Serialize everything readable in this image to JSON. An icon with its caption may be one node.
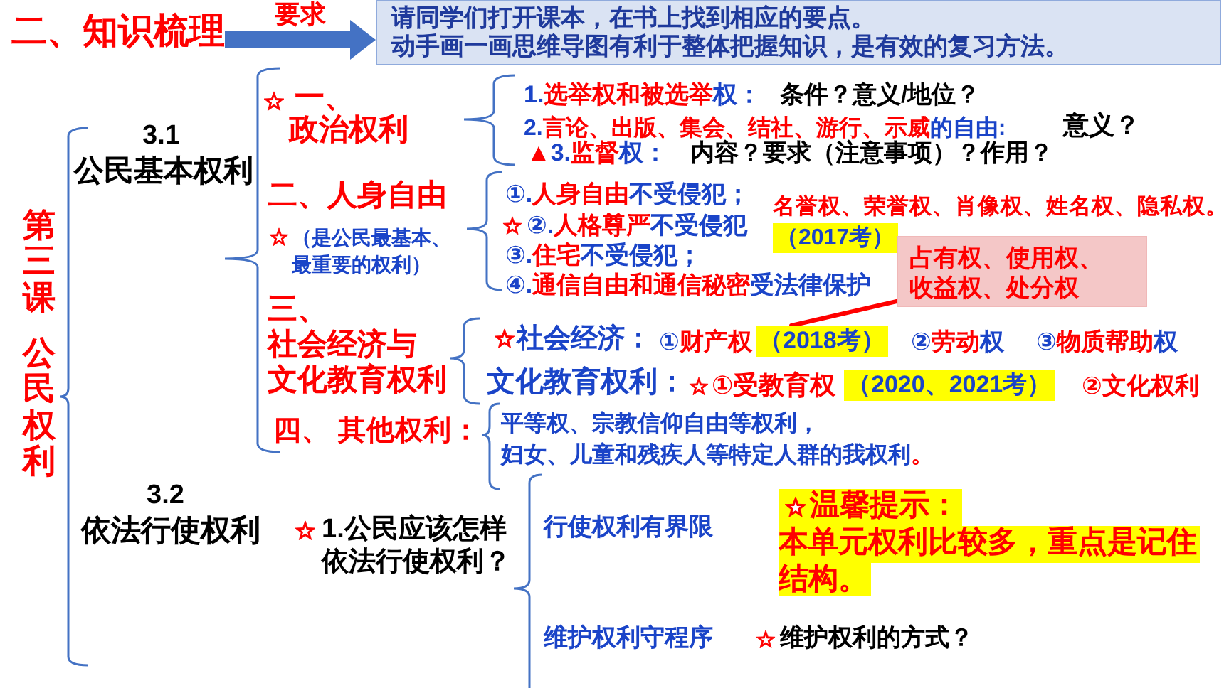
{
  "diagram": {
    "nodes": [
      {
        "text": [
          "二、知识梳理"
        ]
      },
      {
        "text": [
          "请同学们打开课本，在书上找到相应的要点。",
          "动手画一画思维导图有利于整体把握知识，是有效的复习方法。"
        ]
      },
      {
        "text": [
          "（2017考）"
        ]
      },
      {
        "text": [
          "占有权、使用权、收益权、处分权"
        ]
      },
      {
        "text": [
          "（2018考）"
        ]
      },
      {
        "text": [
          "（2020、2021考）"
        ]
      },
      {
        "text": [
          "温馨提示：",
          "本单元权利比较多，重点是记住结构。"
        ]
      }
    ],
    "edges": [
      {
        "from": 0,
        "to": 1,
        "arrow": "to",
        "label": "要求",
        "style": "thick",
        "color": "#4472c4"
      },
      {
        "from": 4,
        "to": 3,
        "arrow": "none",
        "color": "#ff0000"
      }
    ],
    "labels": [
      "第三课",
      "公民权利",
      "3.1",
      "公民基本权利",
      "一、政治权利",
      "1.**选举权和被选举**权：",
      "条件？意义/地位？",
      "2.**言论、出版、集会、结社、游行、示威**的自由:",
      "意义？",
      "**▲**3.**监督**权：",
      "内容？要求（注意事项）？作用？",
      "二、人身自由",
      "（是公民最基本、最重要的权利）",
      "①.**人身自由**不受侵犯；",
      "②.**人格尊严**不受侵犯",
      "名誉权、荣誉权、肖像权、姓名权、隐私权。",
      "③.**住宅**不受侵犯；",
      "④.**通信自由和通信秘密**受法律保护",
      "三、社会经济与文化教育权利",
      "社会经济：",
      "①**财产权**",
      "②**劳动**权",
      "③**物质帮助**权",
      "文化教育权利：",
      "①受教育权",
      "②文化权利",
      "四、 其他权利：",
      "平等权、宗教信仰自由等权利，妇女、儿童和残疾人等特定人群的我权利**。**",
      "3.2",
      "依法行使权利",
      "1.公民应该怎样依法行使权利？",
      "行使权利有界限",
      "维护权利守程序",
      "维护权利的方式？"
    ]
  }
}
